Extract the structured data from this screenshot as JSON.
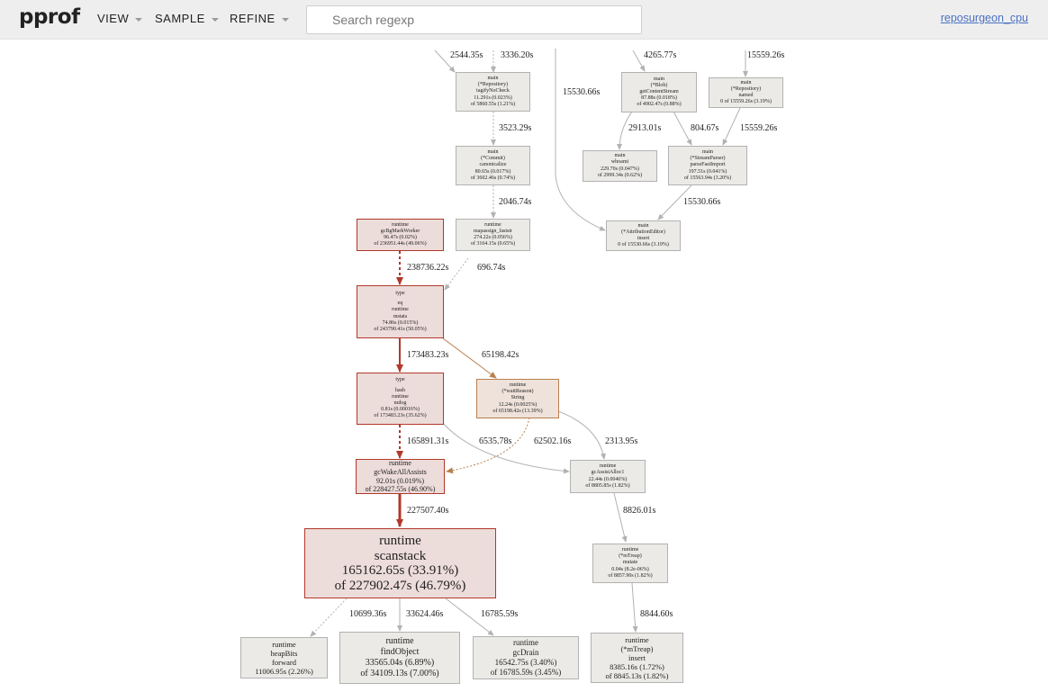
{
  "app": {
    "title": "pprof"
  },
  "menu": {
    "view": "VIEW",
    "sample": "SAMPLE",
    "refine": "REFINE"
  },
  "search": {
    "placeholder": "Search regexp",
    "value": ""
  },
  "profile": {
    "name": "reposurgeon_cpu"
  },
  "colors": {
    "hot_edge": "#b2382a",
    "warm_edge": "#b8804f",
    "cold_edge": "#b2b2b2",
    "link": "#4a71c4"
  },
  "nodes": {
    "tagify": [
      "main",
      "(*Repository)",
      "tagifyNoCheck",
      "11.291s (0.023%)",
      "of 5860.55s (1.21%)"
    ],
    "canonicalize": [
      "main",
      "(*Commit)",
      "canonicalize",
      "80.65s (0.017%)",
      "of 3602.46s (0.74%)"
    ],
    "gcBgMarkWorker": [
      "runtime",
      "gcBgMarkWorker",
      "96.47s (0.02%)",
      "of 236951.44s (49.06%)"
    ],
    "mapassign": [
      "runtime",
      "mapassign_faststr",
      "274.22s (0.056%)",
      "of 3164.15s (0.65%)"
    ],
    "blob": [
      "main",
      "(*Blob)",
      "getContentStream",
      "87.88s (0.018%)",
      "of 4902.47s (0.88%)"
    ],
    "whoami": [
      "main",
      "whoami",
      "229.70s (0.047%)",
      "of 2999.34s (0.62%)"
    ],
    "named": [
      "main",
      "(*Repository)",
      "named",
      "0 of 15559.26s (3.19%)"
    ],
    "streamparser": [
      "main",
      "(*StreamParser)",
      "parseFastImport",
      "197.51s (0.041%)",
      "of 15563.94s (3.20%)"
    ],
    "attribution": [
      "main",
      "(*AttributionEditor)",
      "insert",
      "0 of 15530.66s (3.19%)"
    ],
    "typeeq": [
      "type",
      "",
      "eq",
      "runtime",
      "mstats",
      "74.86s (0.015%)",
      "of 243790.41s (50.05%)"
    ],
    "typehash": [
      "type",
      "",
      "hash",
      "runtime",
      "mdog",
      "0.81s (0.00016%)",
      "of 173483.23s (35.62%)"
    ],
    "waitreason": [
      "runtime",
      "(*waitReason)",
      "String",
      "12.24s (0.0025%)",
      "of 65198.42s (13.39%)"
    ],
    "gcWake": [
      "runtime",
      "gcWakeAllAssists",
      "92.01s (0.019%)",
      "of 228427.55s (46.90%)"
    ],
    "gcAssist": [
      "runtime",
      "gcAssistAlloc1",
      "22.44s (0.0046%)",
      "of 8805.85s (1.82%)"
    ],
    "scanstack": [
      "runtime",
      "scanstack",
      "165162.65s (33.91%)",
      "of 227902.47s (46.79%)"
    ],
    "mtreapMutate": [
      "runtime",
      "(*mTreap)",
      "mutate",
      "0.04s (8.2e-06%)",
      "of 8857.90s (1.82%)"
    ],
    "heapBits": [
      "runtime",
      "heapBits",
      "forward",
      "11006.95s (2.26%)"
    ],
    "findObject": [
      "runtime",
      "findObject",
      "33565.04s (6.89%)",
      "of 34109.13s (7.00%)"
    ],
    "gcDrain": [
      "runtime",
      "gcDrain",
      "16542.75s (3.40%)",
      "of 16785.59s (3.45%)"
    ],
    "mtreapInsert": [
      "runtime",
      "(*mTreap)",
      "insert",
      "8385.16s (1.72%)",
      "of 8845.13s (1.82%)"
    ]
  },
  "edges": {
    "e1": "2544.35s",
    "e2": "3336.20s",
    "e3": "4265.77s",
    "e4": "15559.26s",
    "e5": "15530.66s",
    "e6": "2913.01s",
    "e7": "804.67s",
    "e8": "15559.26s",
    "e9": "3523.29s",
    "e10": "15530.66s",
    "e11": "2046.74s",
    "e12": "238736.22s",
    "e13": "696.74s",
    "e14": "173483.23s",
    "e15": "65198.42s",
    "e16": "165891.31s",
    "e17": "6535.78s",
    "e18": "62502.16s",
    "e19": "2313.95s",
    "e20": "227507.40s",
    "e21": "8826.01s",
    "e22": "10699.36s",
    "e23": "33624.46s",
    "e24": "16785.59s",
    "e25": "8844.60s"
  }
}
